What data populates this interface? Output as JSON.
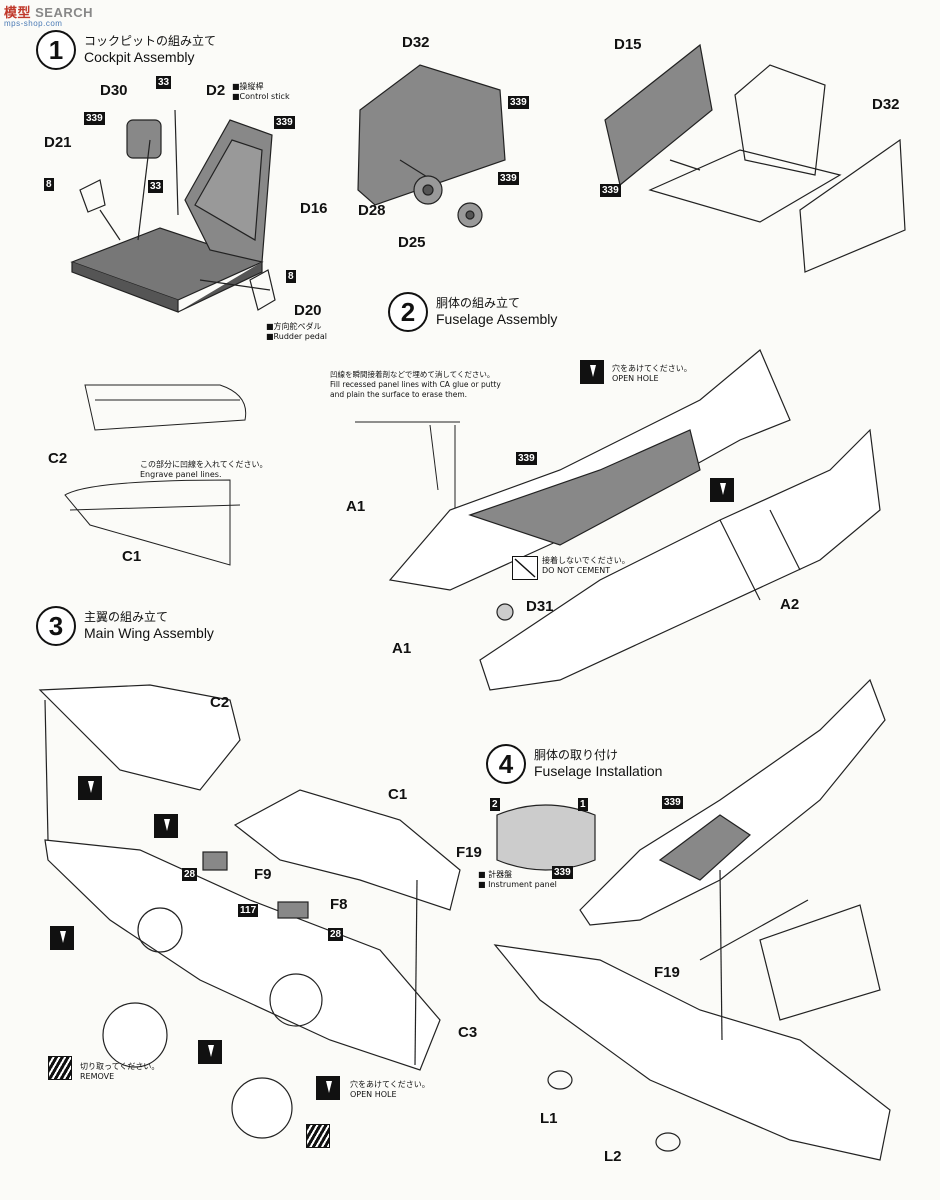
{
  "watermark": {
    "title": "模型",
    "search": "SEARCH",
    "url": "mps-shop.com"
  },
  "steps": [
    {
      "number": "1",
      "ja": "コックピットの組み立て",
      "en": "Cockpit Assembly"
    },
    {
      "number": "2",
      "ja": "胴体の組み立て",
      "en": "Fuselage Assembly"
    },
    {
      "number": "3",
      "ja": "主翼の組み立て",
      "en": "Main Wing Assembly"
    },
    {
      "number": "4",
      "ja": "胴体の取り付け",
      "en": "Fuselage Installation"
    }
  ],
  "parts": {
    "D30": "D30",
    "D2": "D2",
    "D21": "D21",
    "D16": "D16",
    "D20": "D20",
    "D32a": "D32",
    "D28": "D28",
    "D25": "D25",
    "D15": "D15",
    "D32b": "D32",
    "C2a": "C2",
    "C1a": "C1",
    "A1a": "A1",
    "A1b": "A1",
    "A2": "A2",
    "D31": "D31",
    "C2b": "C2",
    "C1b": "C1",
    "F9": "F9",
    "F8": "F8",
    "C3": "C3",
    "F19a": "F19",
    "F19b": "F19",
    "L1": "L1",
    "L2": "L2"
  },
  "paint_codes": {
    "c339_1": "339",
    "c33_1": "33",
    "c33_2": "33",
    "c339_2": "339",
    "c8_1": "8",
    "c8_2": "8",
    "c339_3": "339",
    "c339_4": "339",
    "c339_5": "339",
    "c339_6": "339",
    "c28_1": "28",
    "c117": "117",
    "c28_2": "28",
    "c2": "2",
    "c1": "1",
    "c339_7": "339",
    "c339_8": "339"
  },
  "notes": {
    "control_stick_ja": "■操縦桿",
    "control_stick_en": "■Control stick",
    "rudder_ja": "■方向舵ペダル",
    "rudder_en": "■Rudder pedal",
    "fill_ja": "凹線を瞬間接着剤などで埋めて消してください。",
    "fill_en": "Fill recessed panel lines with CA glue or putty and plain the surface to erase them.",
    "engrave_ja": "この部分に凹線を入れてください。",
    "engrave_en": "Engrave panel lines.",
    "open_hole_ja": "穴をあけてください。",
    "open_hole_en": "OPEN HOLE",
    "no_cement_ja": "接着しないでください。",
    "no_cement_en": "DO NOT CEMENT",
    "remove_ja": "切り取ってください。",
    "remove_en": "REMOVE",
    "open_hole2_ja": "穴をあけてください。",
    "open_hole2_en": "OPEN HOLE",
    "instrument_ja": "■ 計器盤",
    "instrument_en": "■ Instrument panel"
  }
}
